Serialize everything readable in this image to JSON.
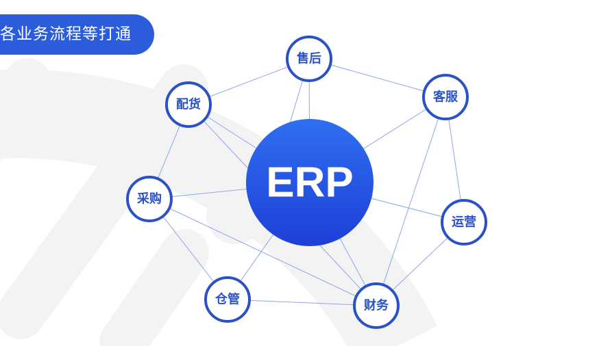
{
  "banner": {
    "text": "各业务流程等打通"
  },
  "center": {
    "label": "ERP"
  },
  "nodes": [
    {
      "id": "shouhou",
      "label": "售后"
    },
    {
      "id": "peihuo",
      "label": "配货"
    },
    {
      "id": "kefu",
      "label": "客服"
    },
    {
      "id": "caigou",
      "label": "采购"
    },
    {
      "id": "yunying",
      "label": "运营"
    },
    {
      "id": "cangguan",
      "label": "仓管"
    },
    {
      "id": "caiwu",
      "label": "财务"
    }
  ],
  "colors": {
    "primary": "#2a52c6",
    "banner": "#2b5cdc",
    "edge": "#8fa4e6",
    "center_top": "#2f6ff0",
    "center_bottom": "#1e3fd8"
  }
}
